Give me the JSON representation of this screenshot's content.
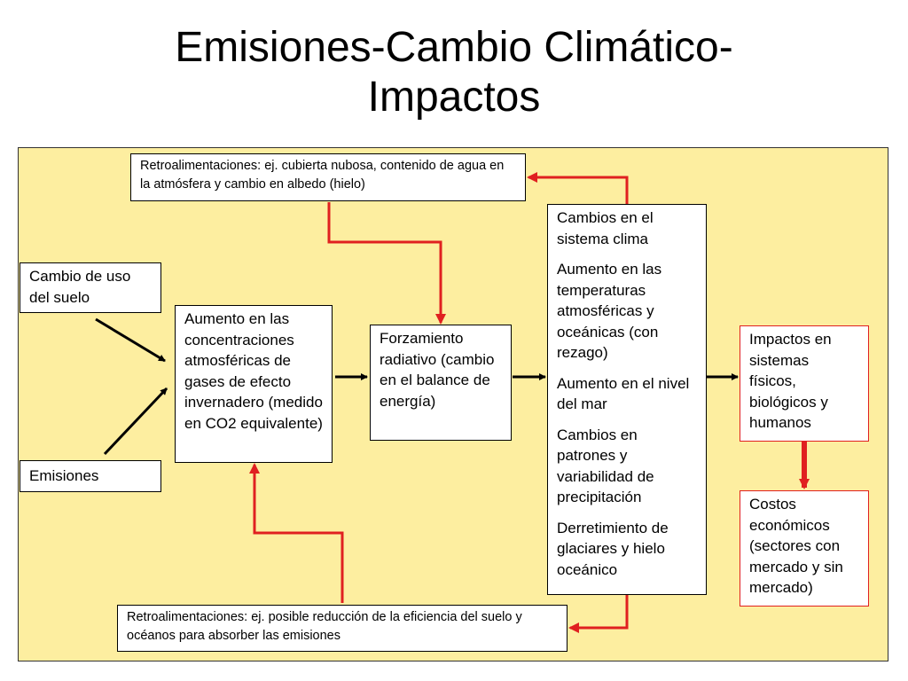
{
  "title": {
    "line1": "Emisiones-Cambio Climático-",
    "line2": "Impactos"
  },
  "boxes": {
    "feedback_top": "Retroalimentaciones: ej. cubierta nubosa, contenido de agua en la atmósfera y cambio en albedo (hielo)",
    "land_use": "Cambio de uso del suelo",
    "emissions": "Emisiones",
    "concentrations": "Aumento en las concentraciones atmosféricas de gases de efecto invernadero (medido en CO2 equivalente)",
    "forcing": "Forzamiento radiativo (cambio en el balance de energía)",
    "climate_changes": [
      "Cambios en el sistema clima",
      "Aumento en las temperaturas atmosféricas y oceánicas (con rezago)",
      "Aumento en el nivel del mar",
      "Cambios en patrones y variabilidad de precipitación",
      "Derretimiento de glaciares y hielo oceánico"
    ],
    "impacts": "Impactos en sistemas físicos, biológicos y humanos",
    "costs": "Costos económicos (sectores con mercado y sin mercado)",
    "feedback_bottom": "Retroalimentaciones: ej. posible reducción de la eficiencia del suelo y océanos para absorber las emisiones"
  },
  "colors": {
    "panel_background": "#fdeea0",
    "feedback_arrow": "#e02020",
    "flow_arrow": "#000000"
  }
}
